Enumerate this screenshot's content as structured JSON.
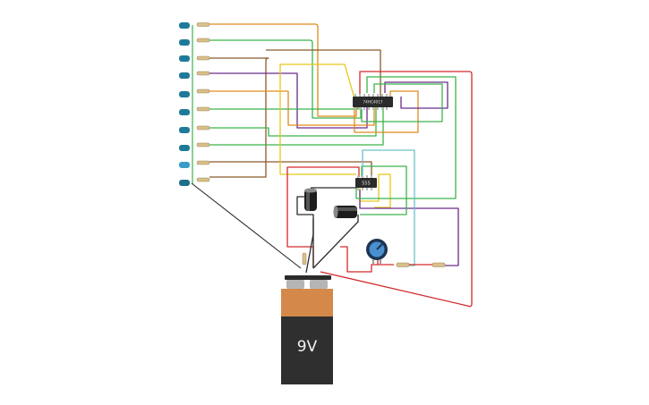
{
  "circuit": {
    "counter_chip": {
      "label": "74HC4017"
    },
    "timer_chip": {
      "label": "555"
    },
    "battery": {
      "label": "9V",
      "body_color": "#2f2f2f",
      "top_color": "#d4894a"
    },
    "led_count": 10,
    "led_color": "#1f7a9a",
    "wire_colors": {
      "orange": "#e08a1e",
      "green": "#3bb34a",
      "brown": "#8b5a2b",
      "purple": "#6a2c8c",
      "yellow": "#e6c619",
      "red": "#d42a2a",
      "teal": "#6cc0c9",
      "black": "#2b2b2b"
    }
  }
}
